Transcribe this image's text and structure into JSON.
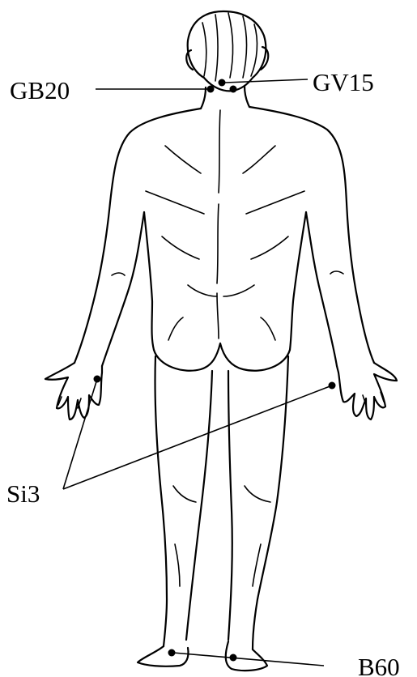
{
  "figure": {
    "subject": "human-body-back-view",
    "points": {
      "gb20": "GB20",
      "gv15": "GV15",
      "si3": "Si3",
      "b60": "B60"
    }
  }
}
